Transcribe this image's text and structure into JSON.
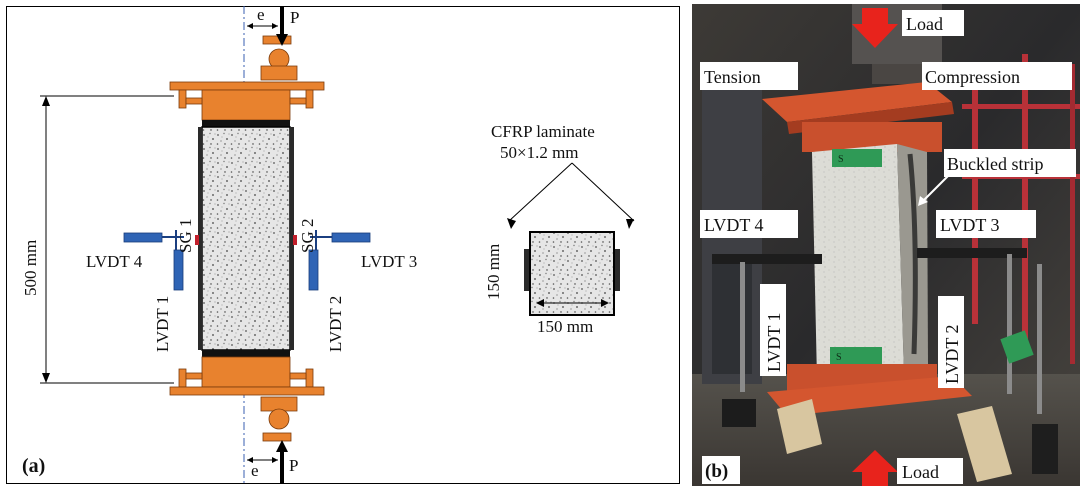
{
  "panel_a": {
    "label": "(a)",
    "eccentricity_top": "e",
    "load_top": "P",
    "eccentricity_bottom": "e",
    "load_bottom": "P",
    "height_dim": "500 mm",
    "sg1": "SG 1",
    "sg2": "SG 2",
    "lvdt4": "LVDT 4",
    "lvdt1": "LVDT 1",
    "lvdt2": "LVDT 2",
    "lvdt3": "LVDT 3",
    "cfrp_line1": "CFRP laminate",
    "cfrp_line2": "50×1.2 mm",
    "section_height": "150 mm",
    "section_width": "150 mm"
  },
  "panel_b": {
    "label": "(b)",
    "load_top": "Load",
    "load_bottom": "Load",
    "tension": "Tension",
    "compression": "Compression",
    "buckled": "Buckled strip",
    "lvdt4": "LVDT 4",
    "lvdt3": "LVDT 3",
    "lvdt1": "LVDT 1",
    "lvdt2": "LVDT 2",
    "gauge_top": "S",
    "gauge_bottom": "S"
  },
  "colors": {
    "steel_orange": "#e8822e",
    "lvdt_blue": "#2f64b5",
    "concrete": "#d8d8d8",
    "load_red": "#e8231c"
  }
}
